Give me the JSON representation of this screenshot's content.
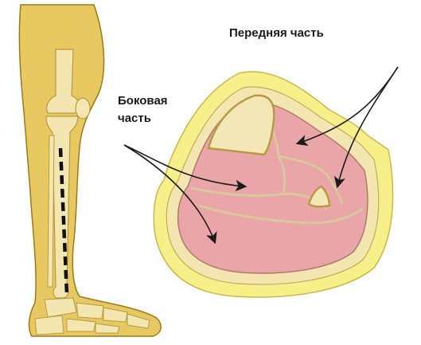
{
  "labels": {
    "anterior_compartment": "Передняя часть",
    "lateral_compartment_line1": "Боковая",
    "lateral_compartment_line2": "часть"
  },
  "colors": {
    "leg_fill": "#e8c860",
    "leg_outline": "#9a7a1a",
    "bone_fill": "#f4e6b0",
    "skin_ring": "#f7f08a",
    "muscle_fill": "#e9a5a8",
    "muscle_outline": "#b07a6a",
    "arrow": "#1a1a1a",
    "incision_line": "#111111"
  }
}
